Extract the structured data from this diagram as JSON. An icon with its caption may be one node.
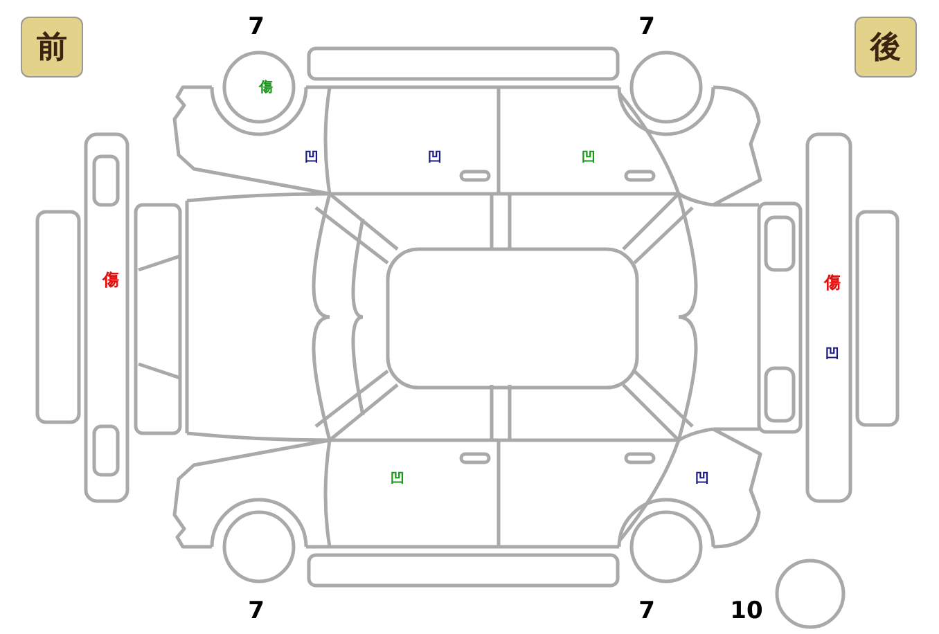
{
  "diagram": {
    "nodes": [
      {
        "text": [
          "前"
        ]
      },
      {
        "text": [
          "後"
        ]
      }
    ],
    "labels": [
      "7",
      "7",
      "傷",
      "凹",
      "凹",
      "凹",
      "傷",
      "傷",
      "凹",
      "凹",
      "凹",
      "7",
      "7",
      "10"
    ]
  }
}
